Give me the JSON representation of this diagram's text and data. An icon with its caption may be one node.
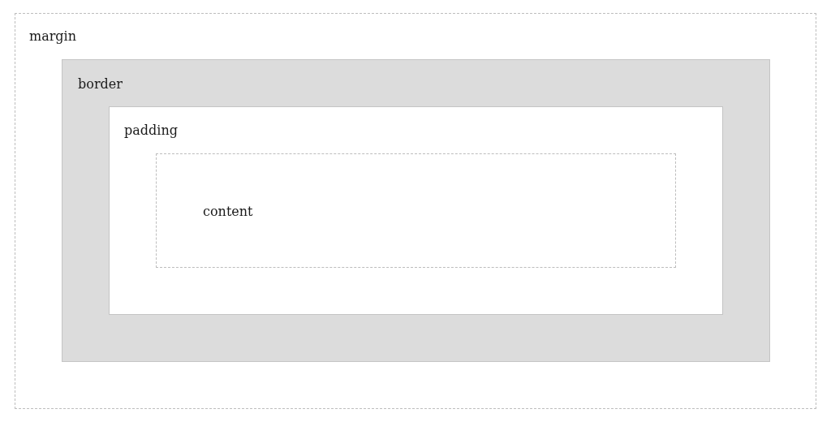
{
  "diagram": {
    "nodes": [
      {
        "text": [
          "margin"
        ]
      },
      {
        "text": [
          "border"
        ],
        "in": 0
      },
      {
        "text": [
          "padding"
        ],
        "in": 1
      },
      {
        "text": [
          "content"
        ],
        "in": 2
      }
    ]
  }
}
